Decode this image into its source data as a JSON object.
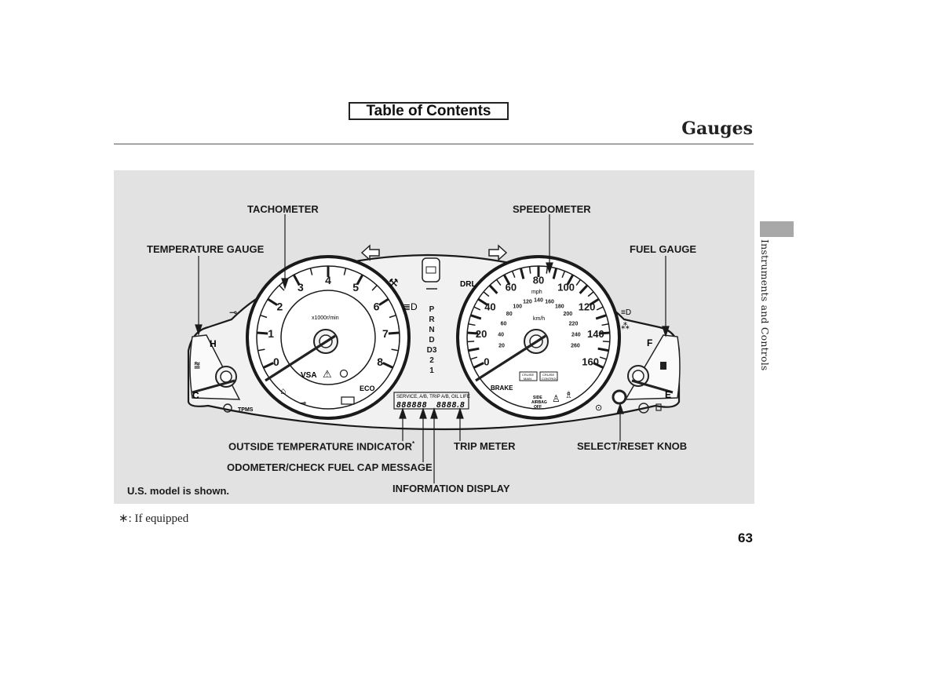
{
  "header": {
    "toc_label": "Table of Contents",
    "title": "Gauges"
  },
  "side_tab": {
    "label": "Instruments and Controls"
  },
  "figure": {
    "labels": {
      "tachometer": "TACHOMETER",
      "speedometer": "SPEEDOMETER",
      "temperature_gauge": "TEMPERATURE GAUGE",
      "fuel_gauge": "FUEL GAUGE",
      "outside_temp": "OUTSIDE TEMPERATURE INDICATOR",
      "outside_temp_mark": "*",
      "trip_meter": "TRIP METER",
      "select_reset": "SELECT/RESET KNOB",
      "odometer": "ODOMETER/CHECK FUEL CAP MESSAGE",
      "information_display": "INFORMATION DISPLAY",
      "model_note": "U.S. model is shown."
    },
    "tachometer": {
      "scale": [
        "0",
        "1",
        "2",
        "3",
        "4",
        "5",
        "6",
        "7",
        "8"
      ],
      "unit": "x1000r/min"
    },
    "speedometer": {
      "mph": [
        "0",
        "20",
        "40",
        "60",
        "80",
        "100",
        "120",
        "140",
        "160"
      ],
      "kmh": [
        "20",
        "40",
        "60",
        "80",
        "100",
        "120",
        "140",
        "160",
        "180",
        "200",
        "220",
        "240",
        "260"
      ],
      "mph_unit": "mph",
      "kmh_unit": "km/h"
    },
    "temp_gauge": {
      "hot": "H",
      "cold": "C"
    },
    "fuel_gauge": {
      "full": "F",
      "empty": "E"
    },
    "gear_indicator": [
      "P",
      "R",
      "N",
      "D",
      "D3",
      "2",
      "1"
    ],
    "indicators": {
      "vsa": "VSA",
      "eco": "ECO",
      "drl": "DRL",
      "tpms": "TPMS",
      "brake": "BRAKE",
      "side_airbag": [
        "SIDE",
        "AIRBAG",
        "OFF"
      ],
      "cruise_main": [
        "CRUISE",
        "MAIN"
      ],
      "cruise_control": [
        "CRUISE",
        "CONTROL"
      ]
    },
    "display": {
      "messages": "SERVICE, A/B, TRIP A/B, OIL LIFE",
      "odometer": "888888",
      "trip": "8888.8"
    }
  },
  "footnote": {
    "symbol": "∗",
    "text": ": If equipped"
  },
  "page_number": "63",
  "colors": {
    "panel_bg": "#e2e2e2",
    "side_tab": "#a8a8a8",
    "ink": "#1a1a1a"
  }
}
